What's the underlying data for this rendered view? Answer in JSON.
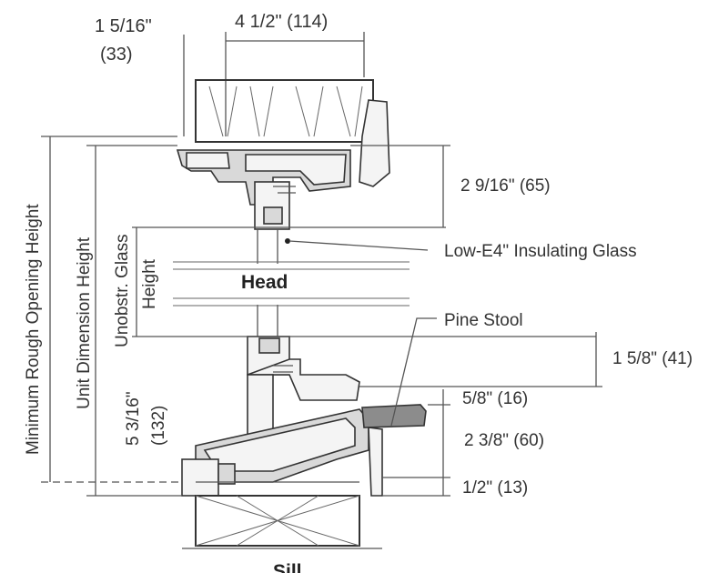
{
  "labels": {
    "top_width": "4 1/2\" (114)",
    "top_offset_line1": "1 5/16\"",
    "top_offset_line2": "(33)",
    "head_dim": "2 9/16\" (65)",
    "glass_callout": "Low-E4\" Insulating Glass",
    "head_label": "Head",
    "stool_callout": "Pine Stool",
    "sill_top_dim": "1 5/8\" (41)",
    "stool_dim": "5/8\" (16)",
    "sill_dim": "2 3/8\" (60)",
    "bottom_dim": "1/2\" (13)",
    "sill_label": "Sill",
    "vertical_dims": {
      "rough_opening": "Minimum Rough Opening Height",
      "unit_dimension": "Unit Dimension Height",
      "glass_line1": "Unobstr. Glass",
      "glass_line2": "Height",
      "sill_height_line1": "5 3/16\"",
      "sill_height_line2": "(132)"
    }
  },
  "colors": {
    "line": "#333333",
    "fill_gray": "#d9d9d9",
    "stool_fill": "#8c8c8c"
  }
}
